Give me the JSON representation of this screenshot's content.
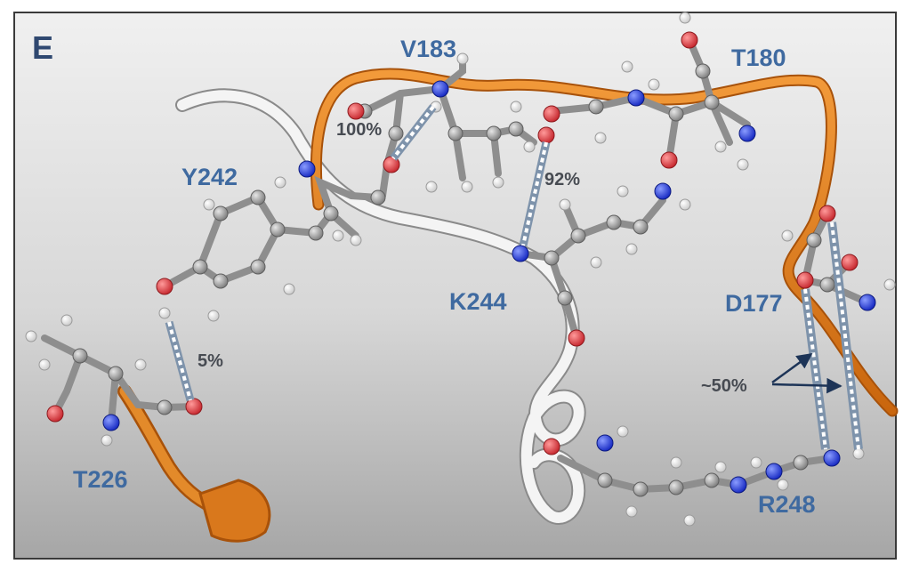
{
  "figure": {
    "panel_letter": "E",
    "residues": {
      "v183": "V183",
      "t180": "T180",
      "y242": "Y242",
      "k244": "K244",
      "d177": "D177",
      "t226": "T226",
      "r248": "R248"
    },
    "hbond_occupancies": {
      "v183_y242": "100%",
      "k244_backbone": "92%",
      "y242_t226": "5%",
      "d177_r248": "~50%"
    },
    "colors": {
      "background_light": "#ececec",
      "background_dark": "#a9a9a9",
      "ribbon_orange": "#e07e1c",
      "ribbon_white": "#f4f4f4",
      "carbon": "#8e8e8e",
      "oxygen": "#e0393f",
      "nitrogen": "#2338d8",
      "hydrogen": "#ffffff",
      "hbond": "#8ea2b8",
      "residue_label": "#3f6aa0"
    }
  }
}
